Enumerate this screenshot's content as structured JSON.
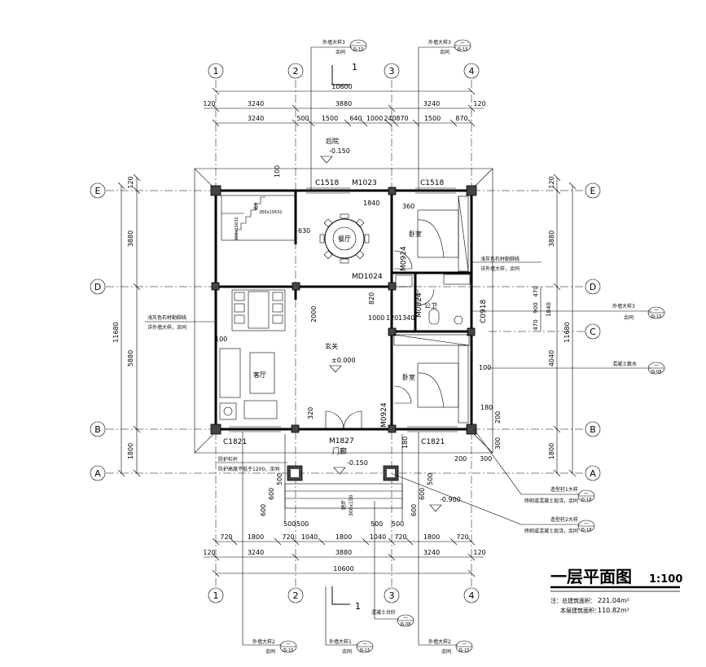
{
  "title": {
    "main": "一层平面图",
    "scale": "1:100"
  },
  "notes": {
    "line1_label": "注：总建筑面积：",
    "line1_value": "221.04m²",
    "line2_label": "本层建筑面积：",
    "line2_value": "110.82m²"
  },
  "axes": {
    "vertical": [
      "1",
      "2",
      "3",
      "4"
    ],
    "horizontal": [
      "E",
      "D",
      "C",
      "B",
      "A"
    ]
  },
  "dims": {
    "top_total": "10600",
    "top_row1": [
      "120",
      "3240",
      "3880",
      "3240",
      "120"
    ],
    "top_row2": [
      "3240",
      "500",
      "1500",
      "640",
      "1000",
      "240",
      "870",
      "1500",
      "870"
    ],
    "bottom_row1": [
      "720",
      "1800",
      "720",
      "1040",
      "1800",
      "1040",
      "720",
      "1800",
      "720"
    ],
    "bottom_row2": [
      "120",
      "3240",
      "3880",
      "3240",
      "120"
    ],
    "bottom_total": "10600",
    "left_outer": "11680",
    "left_inner": [
      "120",
      "3880",
      "5880",
      "1800"
    ],
    "right_outer": "11680",
    "right_inner": [
      "120",
      "3880",
      "4040",
      "1800"
    ],
    "right_small": [
      "470",
      "900",
      "470",
      "1840"
    ],
    "misc": [
      "630",
      "1840",
      "360",
      "820",
      "1000",
      "120",
      "1340",
      "100",
      "100",
      "180",
      "200",
      "300",
      "200",
      "300",
      "320",
      "180",
      "500",
      "500",
      "500",
      "500",
      "600",
      "600",
      "500",
      "600",
      "600",
      "500",
      "2000",
      "100"
    ]
  },
  "rooms": {
    "dining": "餐厅",
    "bedroom1": "卧室",
    "bedroom2": "卧室",
    "bath": "公卫",
    "foyer": "玄关",
    "living": "客厅",
    "backyard": "后院",
    "porch": "门廊"
  },
  "levels": {
    "backyard": "-0.150",
    "foyer": "±0.000",
    "porch": "-0.150",
    "ground": "-0.900"
  },
  "doors": [
    "M1023",
    "C1518",
    "C1518",
    "MD1024",
    "M0924",
    "M0824",
    "C0918",
    "M0924",
    "M1827",
    "C1821",
    "C1821"
  ],
  "stair": {
    "label1": "踏步",
    "label2": "260x1S632",
    "step_label": "踏步",
    "step_size": "300x150"
  },
  "section_mark": "1",
  "callouts": {
    "top_left_title": "外墙大样3",
    "top_left_sub": "余同",
    "top_left_ref": "JS-15",
    "top_right_title": "外墙大样3",
    "top_right_sub": "余同",
    "top_right_ref": "JS-15",
    "right_wall_note1": "浅灰色石材勒脚线",
    "right_wall_note2": "详外墙大样，余同",
    "left_wall_note1": "浅灰色石材勒脚线",
    "left_wall_note2": "详外墙大样，余同",
    "right_mid_title": "外墙大样3",
    "right_mid_sub": "余同",
    "right_mid_ref": "JS-15",
    "right_conc": "混凝土散水",
    "right_conc_ref": "JS-08",
    "col1_title": "造型柱1大样",
    "col1_sub": "砖砌或混凝土现浇，余同",
    "col1_ref": "JS-18",
    "col2_title": "造型柱2大样",
    "col2_sub": "砖砌或混凝土现浇，余同",
    "col2_ref": "JS-18",
    "rail1": "防护栏杆",
    "rail2": "防护高度不低于1200，余同",
    "conc_step": "混凝土台阶",
    "conc_step_ref": "JS-08",
    "bl_title": "外墙大样2",
    "bl_sub": "余同",
    "bl_ref": "JS-15",
    "bm_title": "外墙大样1",
    "bm_sub": "余同",
    "bm_ref": "JS-15",
    "br_title": "外墙大样2",
    "br_sub": "余同",
    "br_ref": "JS-15",
    "dash": "—"
  }
}
